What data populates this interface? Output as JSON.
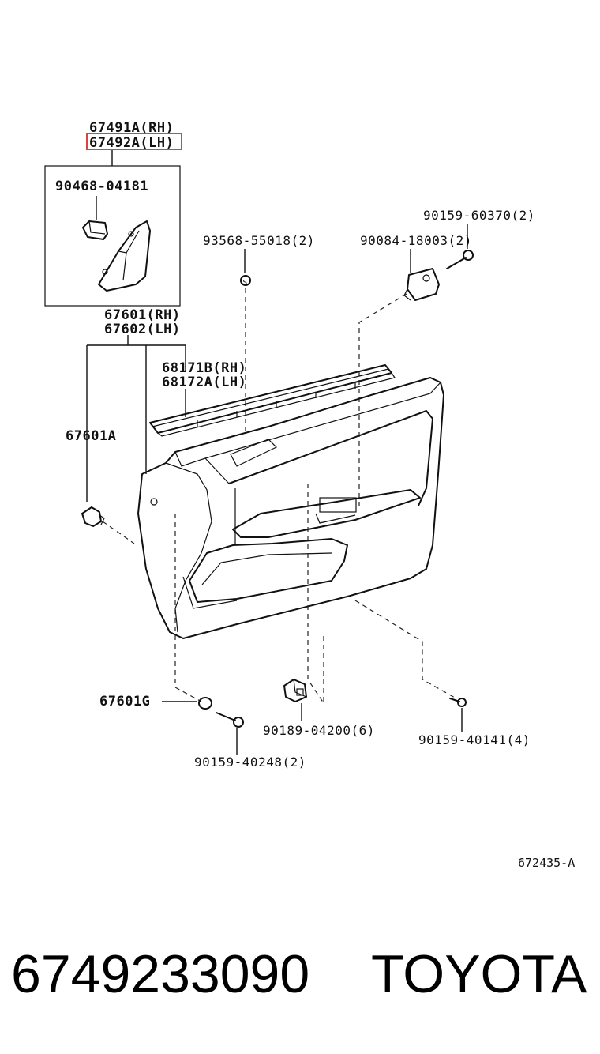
{
  "labels": {
    "trim_rh": "67491A(RH)",
    "trim_lh": "67492A(LH)",
    "clip_bracket": "90468-04181",
    "screw_top": "90159-60370(2)",
    "clip_top": "93568-55018(2)",
    "bracket": "90084-18003(2)",
    "board_rh": "67601(RH)",
    "board_lh": "67602(LH)",
    "weatherstrip_rh": "68171B(RH)",
    "weatherstrip_lh": "68172A(LH)",
    "board_clip": "67601A",
    "cap": "67601G",
    "clip_bottom": "90189-04200(6)",
    "screw_bottom_right": "90159-40141(4)",
    "screw_bottom": "90159-40248(2)"
  },
  "ref_code": "672435-A",
  "part_number": "6749233090",
  "brand": "TOYOTA",
  "highlight_color": "#e04040"
}
